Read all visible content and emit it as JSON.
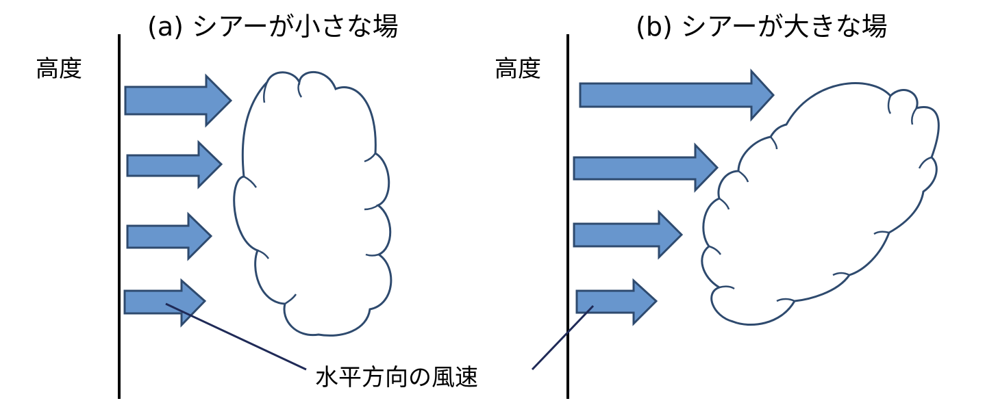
{
  "panels": [
    {
      "id": "a",
      "title": "(a) シアーが小さな場",
      "axis_label": "高度",
      "wind_strength": [
        1,
        1,
        1,
        1
      ],
      "cloud_shape": "upright"
    },
    {
      "id": "b",
      "title": "(b) シアーが大きな場",
      "axis_label": "高度",
      "wind_strength": [
        4,
        3,
        2,
        1
      ],
      "cloud_shape": "tilted"
    }
  ],
  "callout": {
    "text": "水平方向の風速"
  },
  "colors": {
    "arrow_fill": "#6896cd",
    "arrow_stroke": "#2e4a6e",
    "cloud_stroke": "#2e4a6e",
    "leader_line": "#1f2a57",
    "axis": "#000000"
  }
}
